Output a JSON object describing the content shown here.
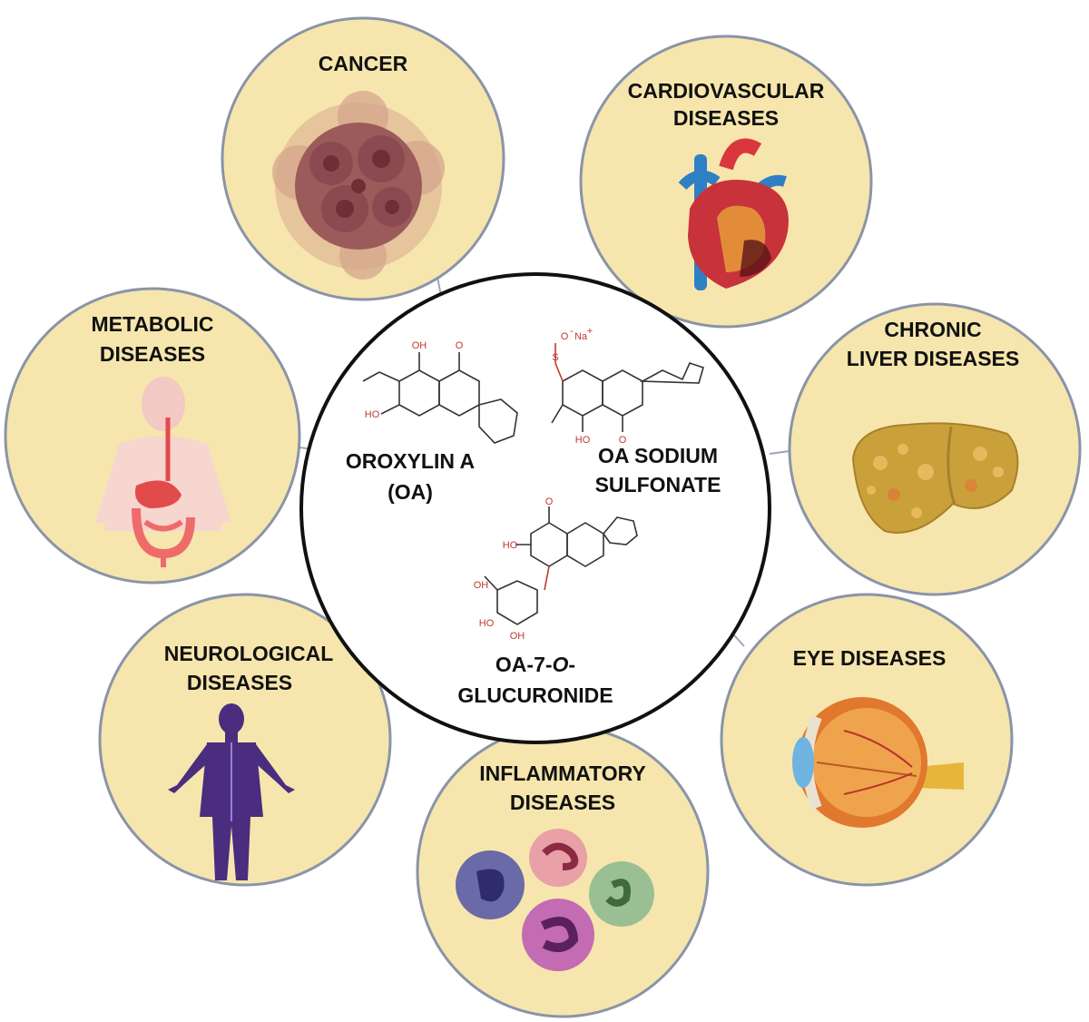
{
  "colors": {
    "disease_circle_fill": "#f6e6ad",
    "disease_circle_stroke": "#8a94a8",
    "center_circle_fill": "#ffffff",
    "center_circle_stroke": "#111111",
    "connector": "#9aa6b8"
  },
  "center": {
    "compounds": [
      {
        "line1": "OROXYLIN A",
        "line2": "(OA)"
      },
      {
        "line1": "OA SODIUM",
        "line2": "SULFONATE"
      },
      {
        "line1": "OA-7-",
        "italic": "O",
        "line1_end": "-",
        "line2": "GLUCURONIDE"
      }
    ],
    "atom_labels": {
      "oh": "OH",
      "o": "O",
      "ho": "HO",
      "na": "Na",
      "plus": "+",
      "o_minus": "O",
      "minus": "-",
      "s": "S"
    }
  },
  "diseases": [
    {
      "id": "cancer",
      "line1": "CANCER",
      "line2": "",
      "icon": "tumor-cells-icon"
    },
    {
      "id": "cardiovascular",
      "line1": "CARDIOVASCULAR",
      "line2": "DISEASES",
      "icon": "heart-icon"
    },
    {
      "id": "liver",
      "line1": "CHRONIC",
      "line2": "LIVER DISEASES",
      "icon": "liver-icon"
    },
    {
      "id": "eye",
      "line1": "EYE  DISEASES",
      "line2": "",
      "icon": "eye-icon"
    },
    {
      "id": "inflammatory",
      "line1": "INFLAMMATORY",
      "line2": "DISEASES",
      "icon": "immune-cells-icon"
    },
    {
      "id": "neurological",
      "line1": "NEUROLOGICAL",
      "line2": "DISEASES",
      "icon": "nervous-system-icon"
    },
    {
      "id": "metabolic",
      "line1": "METABOLIC",
      "line2": "DISEASES",
      "icon": "digestive-system-icon"
    }
  ]
}
